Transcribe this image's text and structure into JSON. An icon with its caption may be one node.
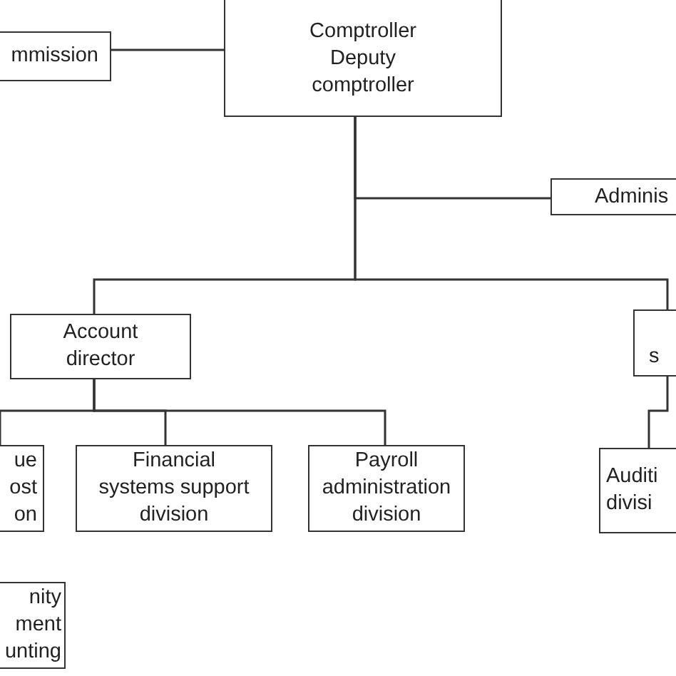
{
  "diagram": {
    "nodes": [
      {
        "text": [
          "mmission"
        ]
      },
      {
        "text": [
          "Comptroller",
          "Deputy comptroller"
        ]
      },
      {
        "text": [
          "Adminis"
        ]
      },
      {
        "text": [
          "Account director"
        ]
      },
      {
        "text": [
          "s"
        ]
      },
      {
        "text": [
          "ue ost on"
        ]
      },
      {
        "text": [
          "Financial systems support division"
        ]
      },
      {
        "text": [
          "Payroll administration division"
        ]
      },
      {
        "text": [
          "Auditi divisi"
        ]
      },
      {
        "text": [
          "nity ment unting"
        ]
      }
    ],
    "edges": [
      {
        "from": 1,
        "to": 0,
        "arrow": "none"
      },
      {
        "from": 1,
        "to": 2,
        "arrow": "none"
      },
      {
        "from": 1,
        "to": 3,
        "arrow": "none"
      },
      {
        "from": 1,
        "to": 4,
        "arrow": "none"
      },
      {
        "from": 3,
        "to": 5,
        "arrow": "none"
      },
      {
        "from": 3,
        "to": 6,
        "arrow": "none"
      },
      {
        "from": 3,
        "to": 7,
        "arrow": "none"
      },
      {
        "from": 4,
        "to": 8,
        "arrow": "none"
      }
    ]
  }
}
